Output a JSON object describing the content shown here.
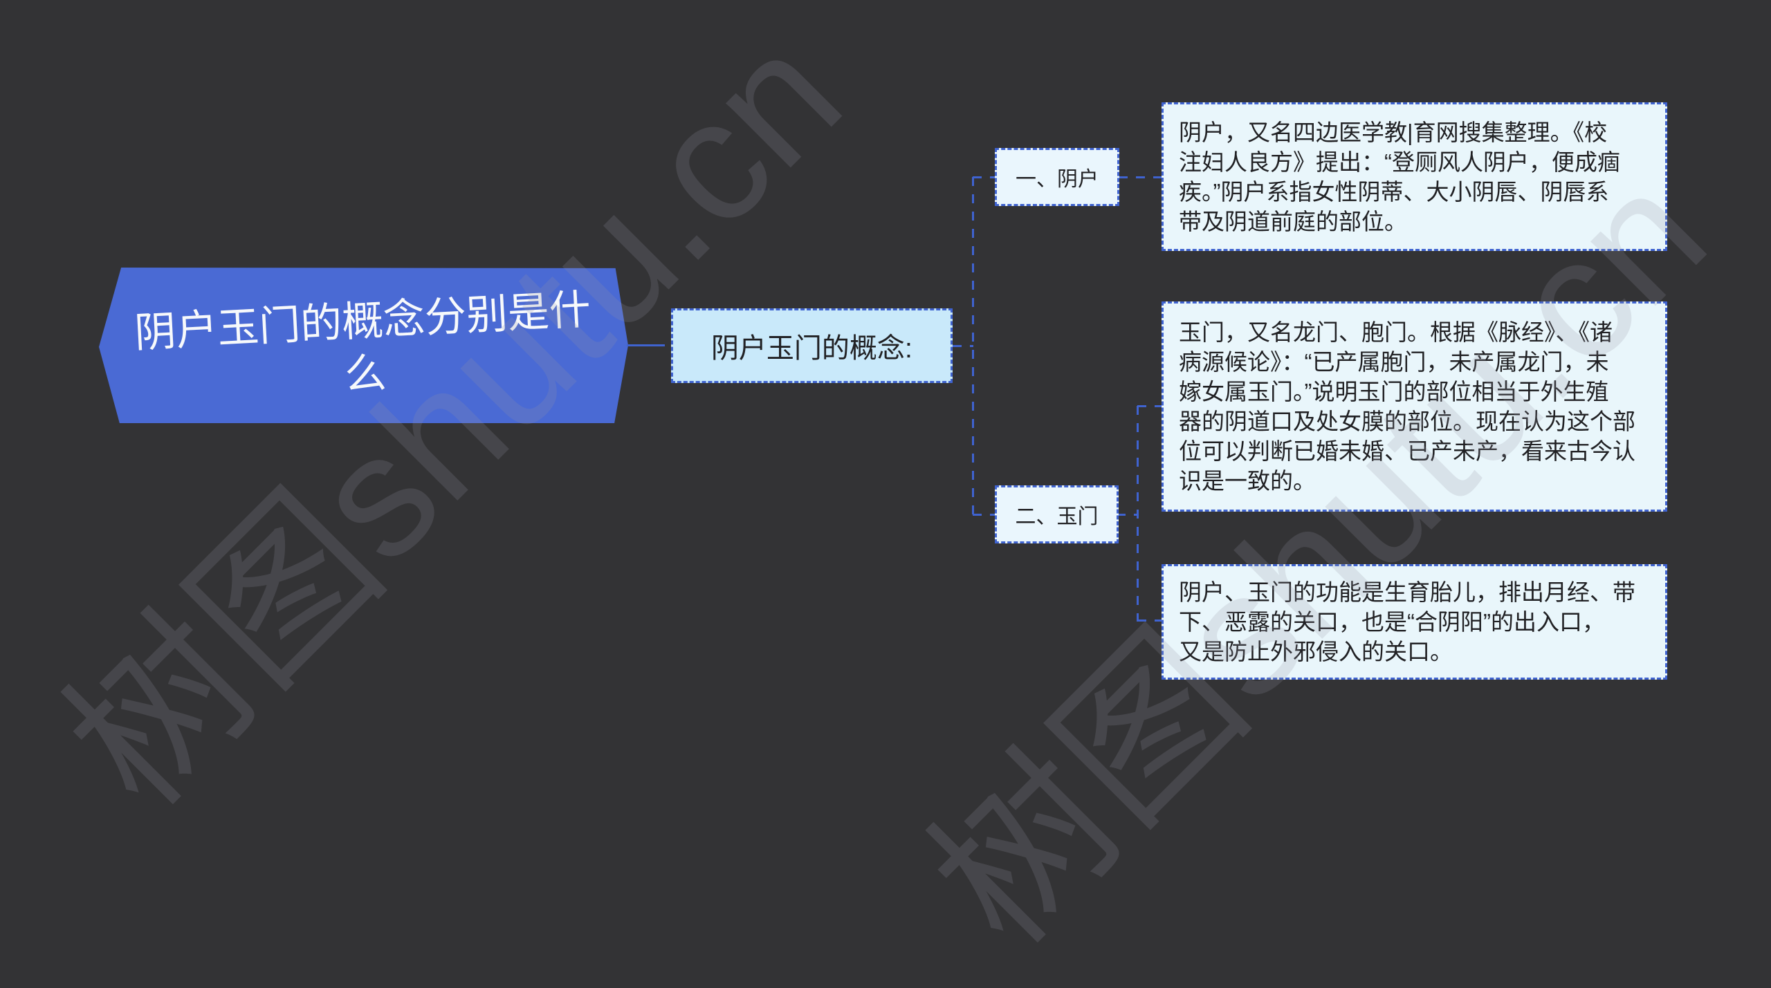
{
  "canvas": {
    "background_color": "#333335"
  },
  "palette": {
    "accent_blue": "#4a6ad4",
    "connector_blue": "#3f63d0",
    "center_node_fill": "#c9e9fa",
    "branch_node_fill": "#eaf6fd",
    "note_box_fill": "#e9f6fb",
    "text_dark": "#212124",
    "text_light": "#f7f9fb"
  },
  "watermark": {
    "text": "树图shutu.cn"
  },
  "root": {
    "title": "阴户玉门的概念分别是什\n么"
  },
  "center": {
    "label": "阴户玉门的概念:"
  },
  "branches": [
    {
      "label": "一、阴户",
      "notes": [
        "阴户，又名四边医学教|育网搜集整理。《校\n注妇人良方》提出：“登厕风人阴户，便成痼\n疾。”阴户系指女性阴蒂、大小阴唇、阴唇系\n带及阴道前庭的部位。"
      ]
    },
    {
      "label": "二、玉门",
      "notes": [
        "玉门，又名龙门、胞门。根据《脉经》、《诸\n病源候论》：“已产属胞门，未产属龙门，未\n嫁女属玉门。”说明玉门的部位相当于外生殖\n器的阴道口及处女膜的部位。现在认为这个部\n位可以判断已婚未婚、已产未产，看来古今认\n识是一致的。",
        "阴户、玉门的功能是生育胎儿，排出月经、带\n下、恶露的关口，也是“合阴阳”的出入口，\n又是防止外邪侵入的关口。"
      ]
    }
  ]
}
